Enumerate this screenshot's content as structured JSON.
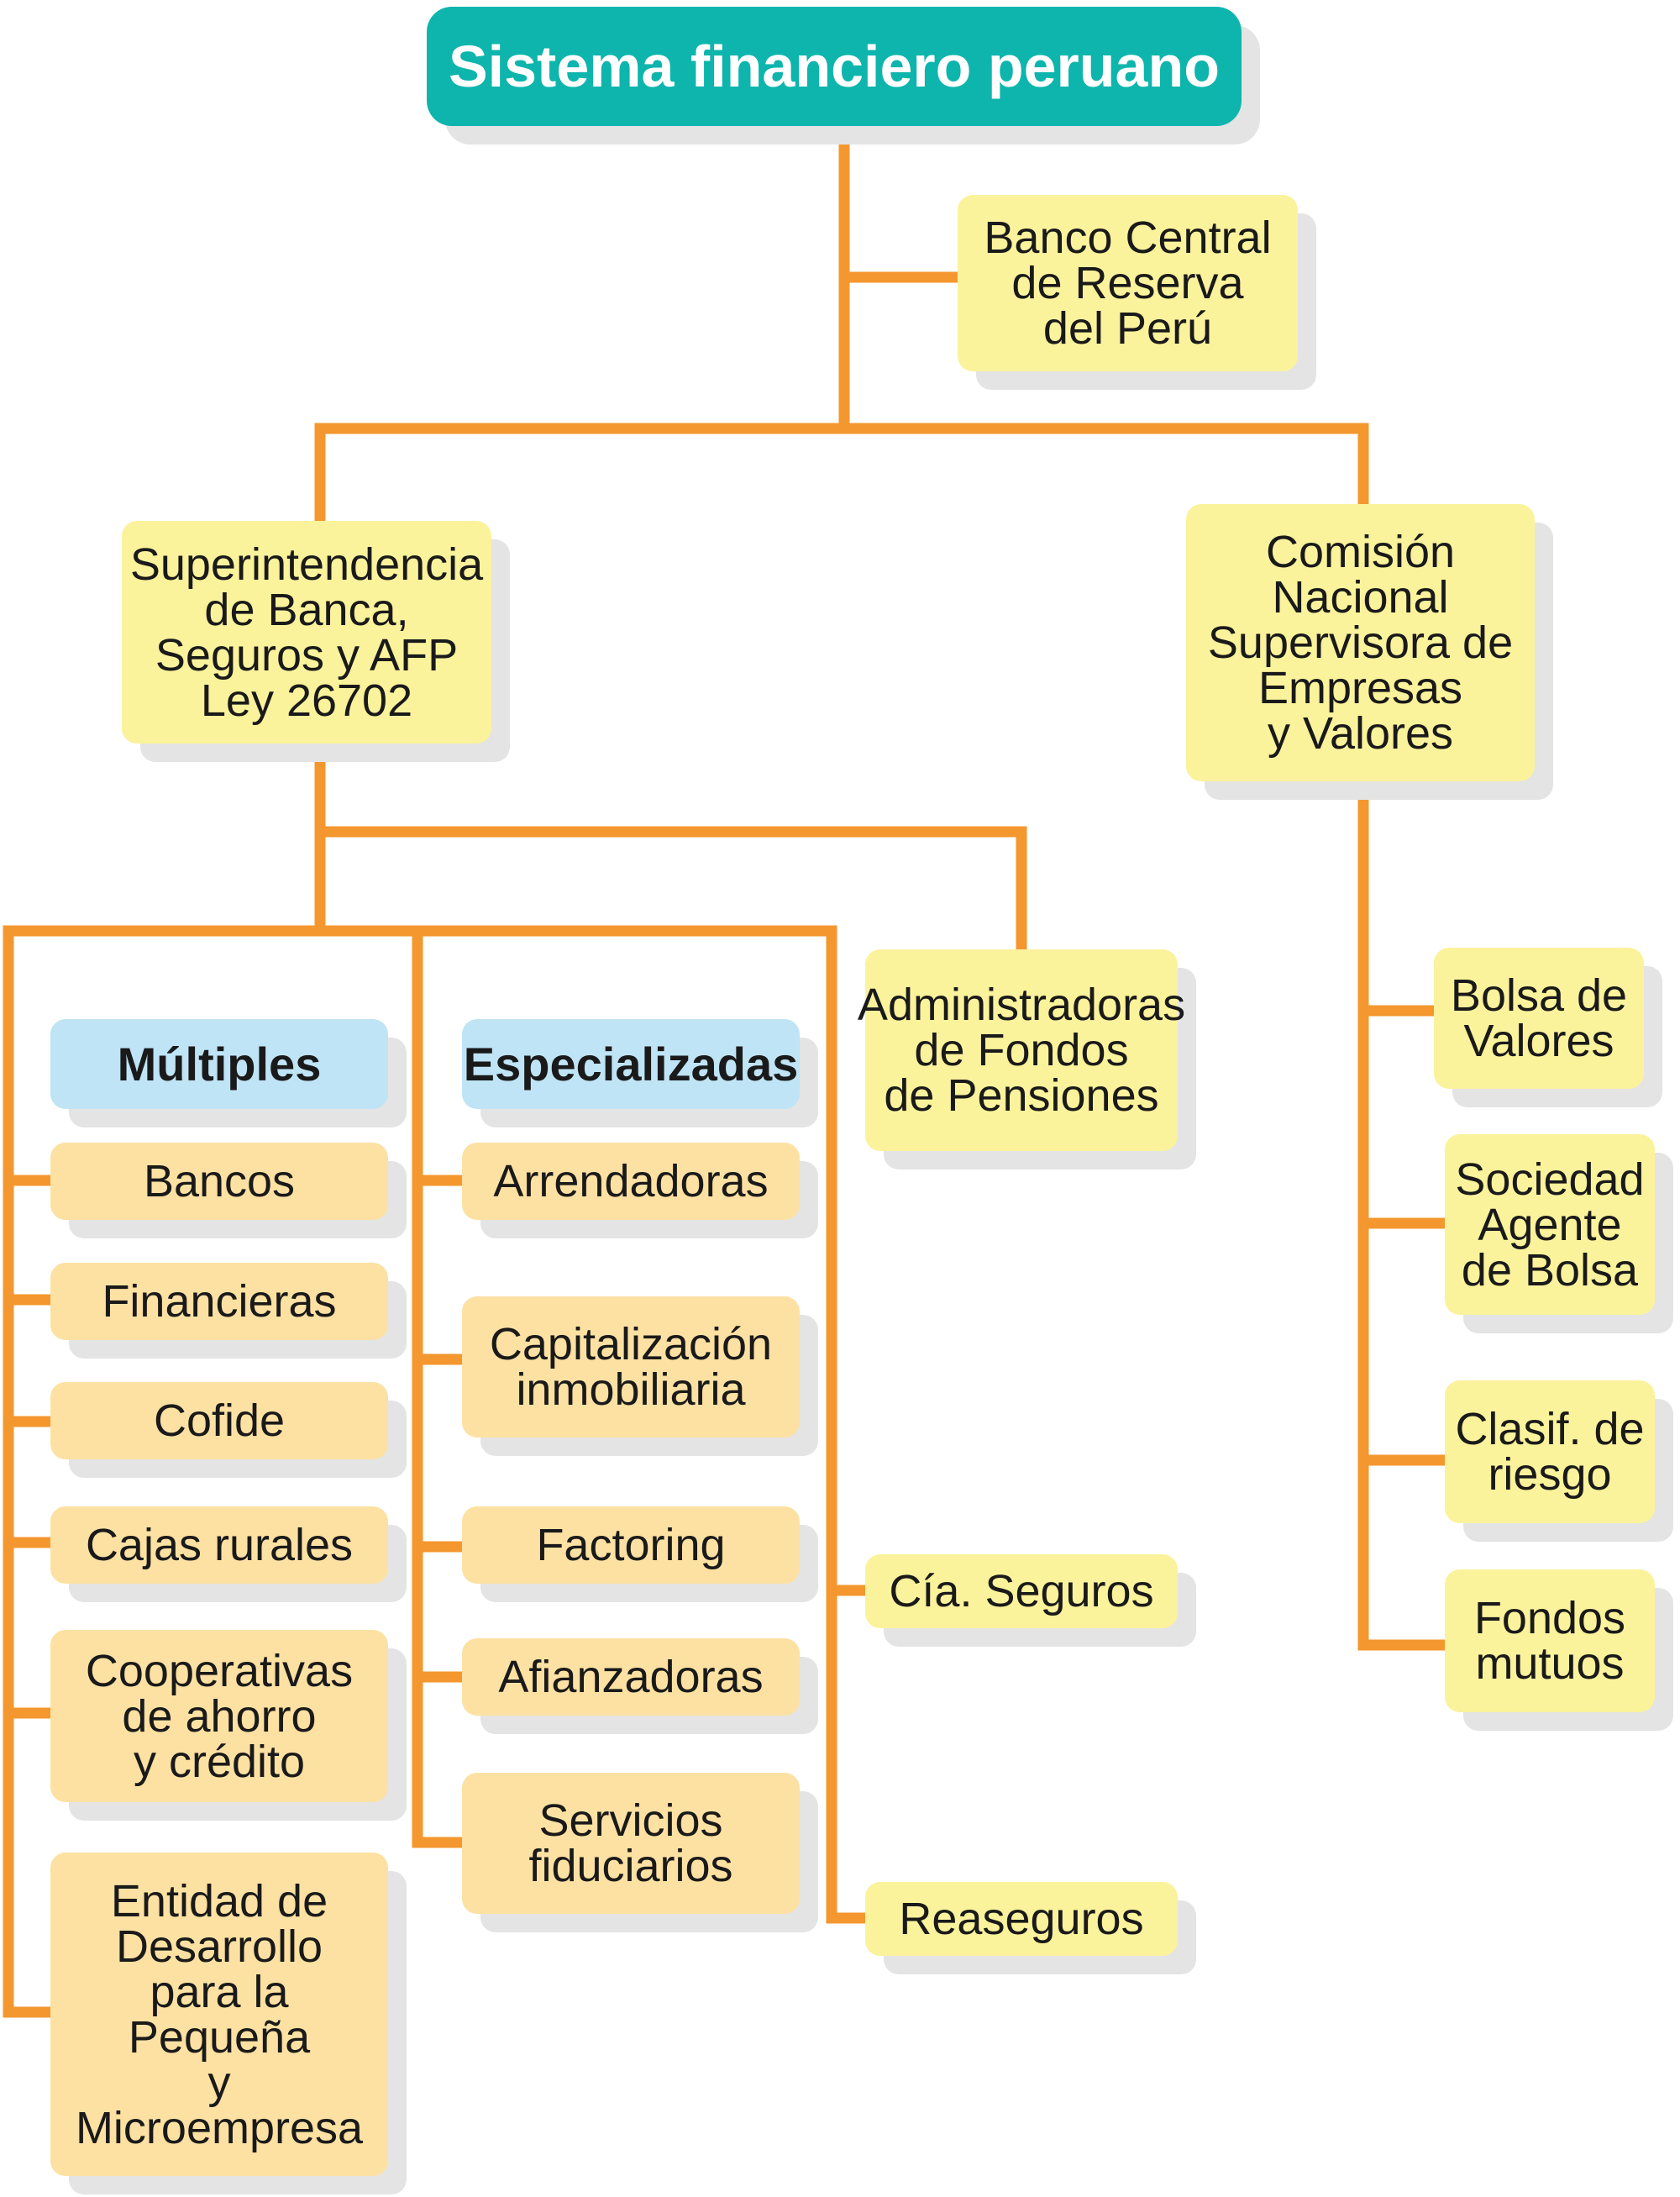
{
  "title": "Sistema financiero peruano",
  "bcrp": "Banco Central\nde Reserva\ndel Perú",
  "sbs": "Superintendencia\nde Banca,\nSeguros y AFP\nLey 26702",
  "conasev": "Comisión\nNacional\nSupervisora de\nEmpresas\ny Valores",
  "afp": "Administradoras\nde Fondos\nde Pensiones",
  "multiples": {
    "header": "Múltiples",
    "items": [
      "Bancos",
      "Financieras",
      "Cofide",
      "Cajas rurales",
      "Cooperativas\nde ahorro\ny crédito",
      "Entidad de\nDesarrollo\npara la\nPequeña\ny\nMicroempresa"
    ]
  },
  "especializadas": {
    "header": "Especializadas",
    "items": [
      "Arrendadoras",
      "Capitalización\ninmobiliaria",
      "Factoring",
      "Afianzadoras",
      "Servicios\nfiduciarios"
    ]
  },
  "seguros": [
    "Cía. Seguros",
    "Reaseguros"
  ],
  "valores": [
    "Bolsa de\nValores",
    "Sociedad\nAgente\nde Bolsa",
    "Clasif. de\nriesgo",
    "Fondos\nmutuos"
  ],
  "colors": {
    "connector": "#f4972e",
    "root": "#0db5ad",
    "regulator": "#fbf29c",
    "entity": "#fde1a3",
    "header": "#bfe4f6",
    "shadow": "#e4e4e4"
  }
}
